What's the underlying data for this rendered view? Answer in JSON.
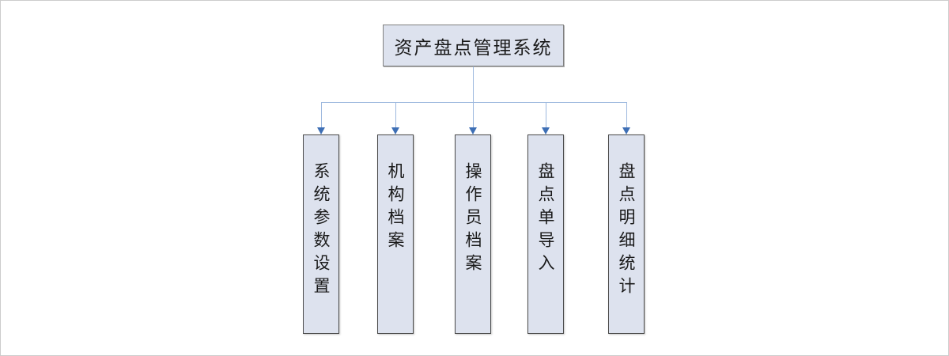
{
  "diagram": {
    "root": {
      "label": "资产盘点管理系统"
    },
    "children": [
      {
        "label": "系统参数设置"
      },
      {
        "label": "机构档案"
      },
      {
        "label": "操作员档案"
      },
      {
        "label": "盘点单导入"
      },
      {
        "label": "盘点明细统计"
      }
    ]
  },
  "colors": {
    "canvas-bg": "#ffffff",
    "frame-border": "#cccccc",
    "box-fill": "#dde2ee",
    "root-border": "#7f7f7f",
    "node-border": "#4a4a4a",
    "connector": "#9db8de",
    "arrow": "#3e6fb5",
    "text": "#1a1a1a"
  }
}
